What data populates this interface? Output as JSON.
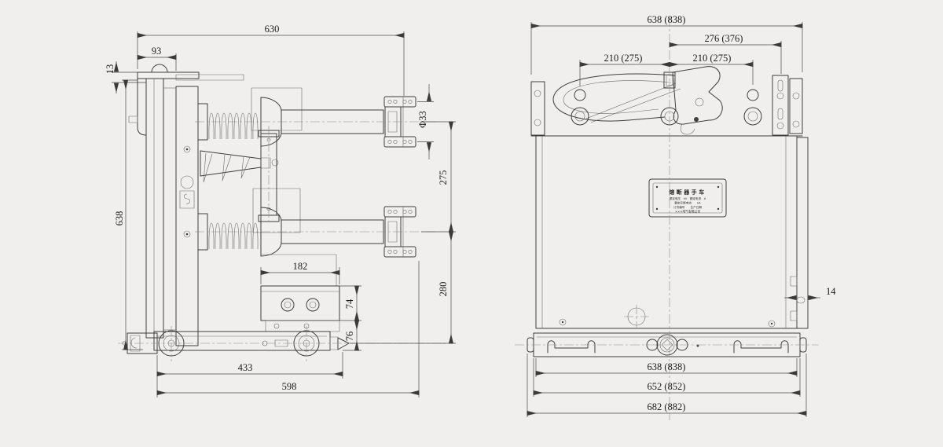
{
  "drawing_title": "熔断器手车 two-view dimensioned drawing",
  "colors": {
    "background": "#f0efed",
    "line": "#3f3f3f",
    "dim_text": "#1c1c1c"
  },
  "side_view": {
    "name": "side view (left)",
    "dims": {
      "overall_width": "630",
      "bracket_width": "93",
      "bracket_offset": "13",
      "overall_height": "638",
      "contact_dia": "Φ33",
      "pole_spacing": "275",
      "lower_spacing": "280",
      "rear_bracket_width": "182",
      "rear_bracket_height": "74",
      "chassis_height": "76",
      "wheel_span": "433",
      "base_length": "598"
    }
  },
  "front_view": {
    "name": "front view (right)",
    "dims": {
      "top_width": "638 (838)",
      "upper_right_span": "276 (376)",
      "left_half_span": "210 (275)",
      "right_half_span": "210 (275)",
      "rail_width": "14",
      "body_width": "638 (838)",
      "frame_width": "652 (852)",
      "overall_width": "682 (882)"
    },
    "nameplate": {
      "title": "熔断器手车",
      "row1": "额定电压　kV　额定电流　A",
      "row2": "额定开断电流　　kA",
      "row3": "订货编号　　生产日期",
      "company": "×××电气有限公司"
    }
  }
}
